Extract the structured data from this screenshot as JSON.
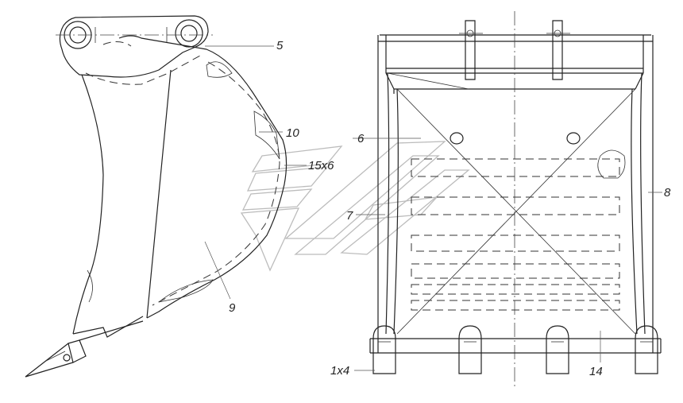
{
  "diagram": {
    "callouts": [
      {
        "id": "c5",
        "text": "5"
      },
      {
        "id": "c10",
        "text": "10"
      },
      {
        "id": "c15x6",
        "text": "15x6"
      },
      {
        "id": "c6",
        "text": "6"
      },
      {
        "id": "c7",
        "text": "7"
      },
      {
        "id": "c8",
        "text": "8"
      },
      {
        "id": "c9",
        "text": "9"
      },
      {
        "id": "c1x4",
        "text": "1x4"
      },
      {
        "id": "c14",
        "text": "14"
      }
    ]
  }
}
